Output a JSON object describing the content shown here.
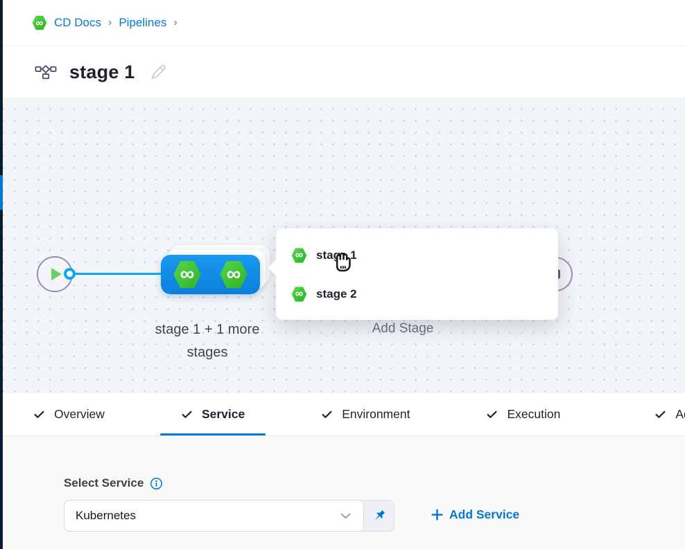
{
  "colors": {
    "accent_blue": "#0278d5",
    "connector_blue": "#0aa7f2",
    "node_blue": "#0d8de8",
    "hexagon_green": "#3dc438",
    "play_green": "#68d264",
    "canvas_bg": "#f2f5f9",
    "nav_strip_dark": "#0b1c2f"
  },
  "icons": {
    "infinity_glyph": "∞"
  },
  "breadcrumb": {
    "items": [
      {
        "label": "CD Docs"
      },
      {
        "label": "Pipelines"
      }
    ],
    "separator": "›"
  },
  "header": {
    "title": "stage 1"
  },
  "canvas": {
    "stage_group_label_line1": "stage 1 + 1 more",
    "stage_group_label_line2": "stages",
    "add_stage_label": "Add Stage",
    "popup": {
      "items": [
        {
          "label": "stage 1"
        },
        {
          "label": "stage 2"
        }
      ]
    }
  },
  "tabs": {
    "items": [
      {
        "label": "Overview",
        "checked": true,
        "active": false
      },
      {
        "label": "Service",
        "checked": true,
        "active": true
      },
      {
        "label": "Environment",
        "checked": true,
        "active": false
      },
      {
        "label": "Execution",
        "checked": true,
        "active": false
      },
      {
        "label": "Advanced",
        "checked": true,
        "active": false,
        "clipped": true
      }
    ]
  },
  "service_form": {
    "label": "Select Service",
    "selected_value": "Kubernetes",
    "add_button_label": "Add Service"
  }
}
